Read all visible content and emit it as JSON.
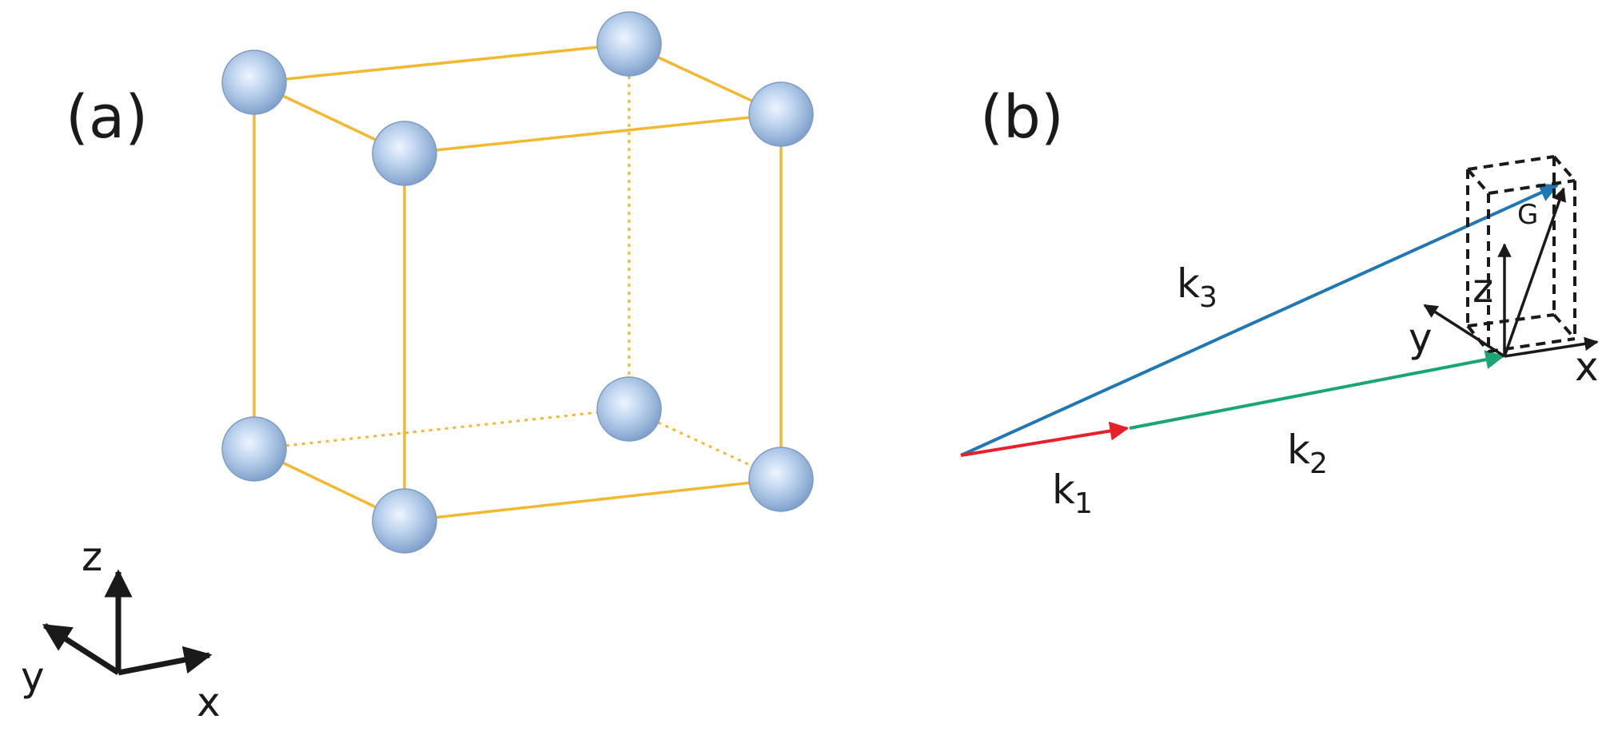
{
  "panel_a": {
    "label": "(a)",
    "axes": {
      "z": "z",
      "y": "y",
      "x": "x"
    }
  },
  "panel_b": {
    "label": "(b)",
    "vectors": {
      "k1": {
        "letter": "k",
        "sub": "1",
        "color": "#e8202a"
      },
      "k2": {
        "letter": "k",
        "sub": "2",
        "color": "#1aa572"
      },
      "k3": {
        "letter": "k",
        "sub": "3",
        "color": "#1f78b4"
      }
    },
    "axes": {
      "z": "z",
      "y": "y",
      "x": "x"
    },
    "g_label": "G"
  },
  "colors": {
    "frame": "#f2b830",
    "atom": "#a8c4e6",
    "ink": "#1a1a1a"
  }
}
